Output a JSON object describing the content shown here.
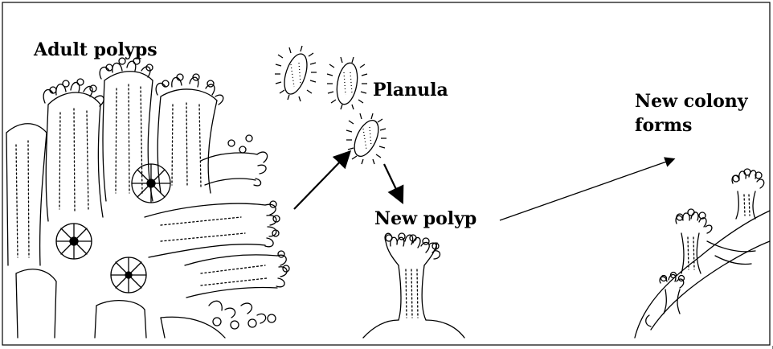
{
  "labels": {
    "adult_polyps": "Adult polyps",
    "planula": "Planula",
    "new_polyp": "New polyp",
    "new_colony": "New colony forms"
  },
  "colors": {
    "ink": "#000000",
    "background": "#ffffff"
  }
}
